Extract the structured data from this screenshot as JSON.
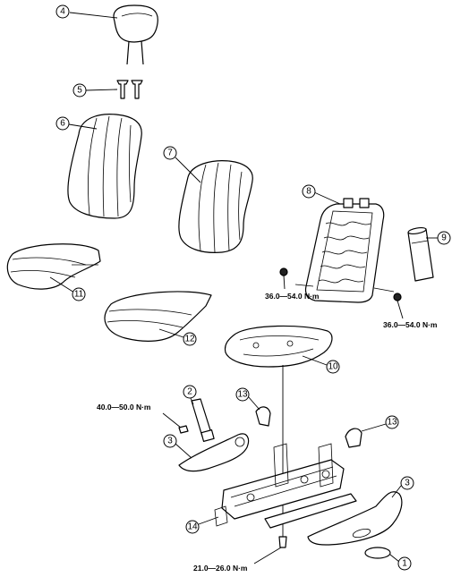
{
  "callouts": {
    "c1": "1",
    "c2": "2",
    "c3a": "3",
    "c3b": "3",
    "c4": "4",
    "c5": "5",
    "c6": "6",
    "c7": "7",
    "c8": "8",
    "c9": "9",
    "c10": "10",
    "c11": "11",
    "c12": "12",
    "c13a": "13",
    "c13b": "13",
    "c14": "14"
  },
  "torque_specs": {
    "frame_left": "36.0—54.0 N·m",
    "frame_right": "36.0—54.0 N·m",
    "buckle": "40.0—50.0 N·m",
    "bottom": "21.0—26.0 N·m"
  }
}
